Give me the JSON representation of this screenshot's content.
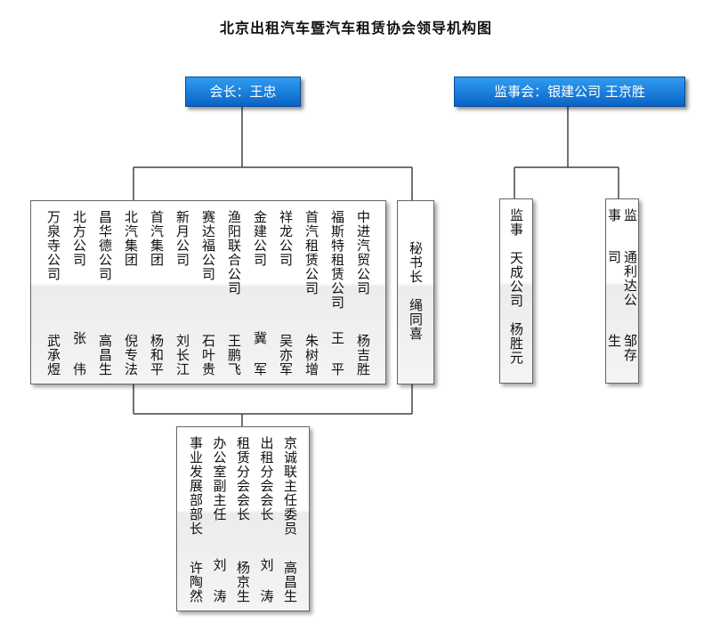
{
  "title": "北京出租汽车暨汽车租赁协会领导机构图",
  "president": "会长：王忠",
  "supervisory_board": "监事会：银建公司 王京胜",
  "vice_presidents": [
    {
      "org": "中进汽贸公司",
      "name": "杨吉胜"
    },
    {
      "org": "福斯特租赁公司",
      "name": "王  平"
    },
    {
      "org": "首汽租赁公司",
      "name": "朱树增"
    },
    {
      "org": "祥龙公司",
      "name": "吴亦军"
    },
    {
      "org": "金建公司",
      "name": "冀  军"
    },
    {
      "org": "渔阳联合公司",
      "name": "王鹏飞"
    },
    {
      "org": "赛达福公司",
      "name": "石叶贵"
    },
    {
      "org": "新月公司",
      "name": "刘长江"
    },
    {
      "org": "首汽集团",
      "name": "杨和平"
    },
    {
      "org": "北汽集团",
      "name": "倪专法"
    },
    {
      "org": "昌华德公司",
      "name": "高昌生"
    },
    {
      "org": "北方公司",
      "name": "张  伟"
    },
    {
      "org": "万泉寺公司",
      "name": "武承煜"
    }
  ],
  "secretary": {
    "title": "秘书长",
    "name": "绳同喜"
  },
  "supervisors": [
    {
      "title": "监事",
      "org": "天成公司",
      "name": "杨胜元"
    },
    {
      "title": "监事",
      "org": "通利达公司",
      "name": "邹存生"
    }
  ],
  "committees": [
    {
      "role": "京诚联主任委员",
      "name": "高昌生"
    },
    {
      "role": "出租分会会长",
      "name": "刘  涛"
    },
    {
      "role": "租赁分会会长",
      "name": "杨京生"
    },
    {
      "role": "办公室副主任",
      "name": "刘  涛"
    },
    {
      "role": "事业发展部部长",
      "name": "许陶然"
    }
  ]
}
